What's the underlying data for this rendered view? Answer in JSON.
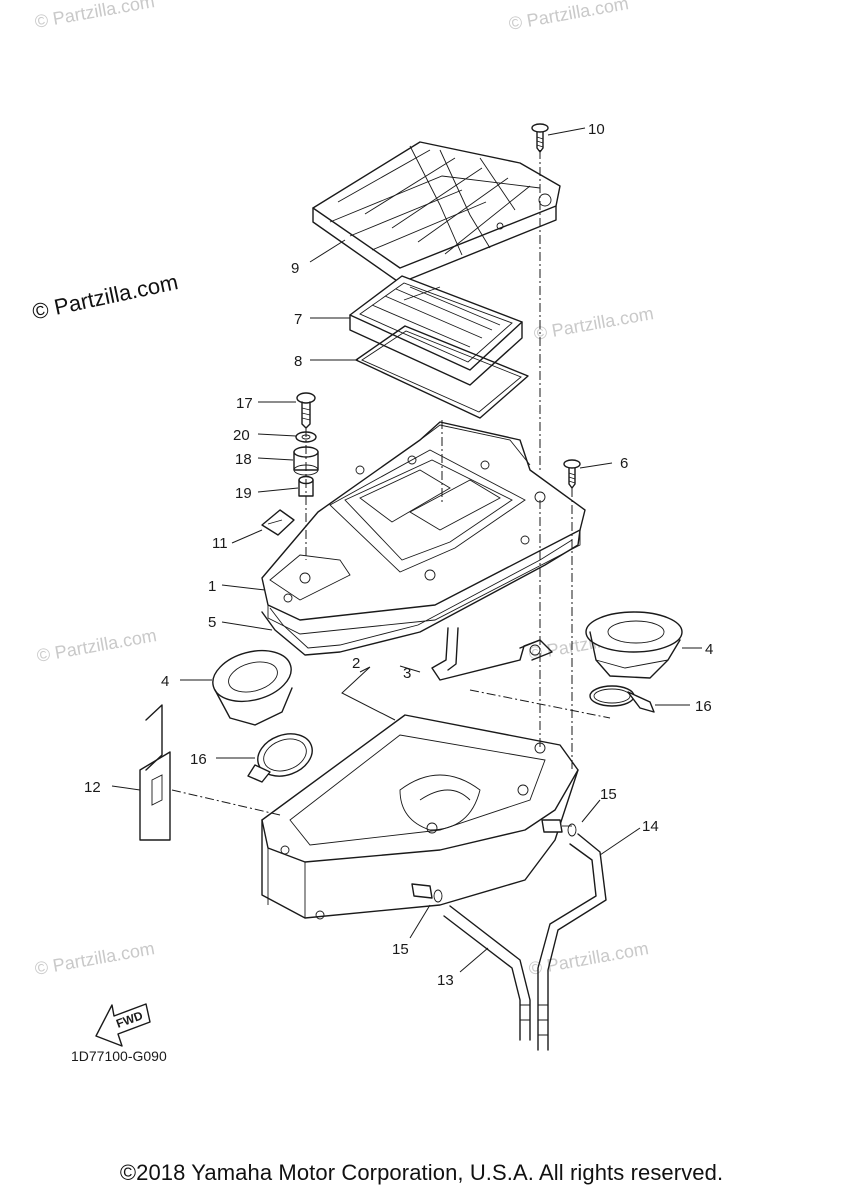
{
  "watermark": "© Partzilla.com",
  "copyright_stamp": "© Partzilla.com",
  "figure_code": "1D77100-G090",
  "fwd_label": "FWD",
  "footer": "©2018 Yamaha Motor Corporation, U.S.A. All rights reserved.",
  "callouts": {
    "c1": "1",
    "c2": "2",
    "c3": "3",
    "c4a": "4",
    "c4b": "4",
    "c5": "5",
    "c6": "6",
    "c7": "7",
    "c8": "8",
    "c9": "9",
    "c10": "10",
    "c11": "11",
    "c12": "12",
    "c13": "13",
    "c14": "14",
    "c15a": "15",
    "c15b": "15",
    "c16a": "16",
    "c16b": "16",
    "c17": "17",
    "c18": "18",
    "c19": "19",
    "c20": "20"
  }
}
